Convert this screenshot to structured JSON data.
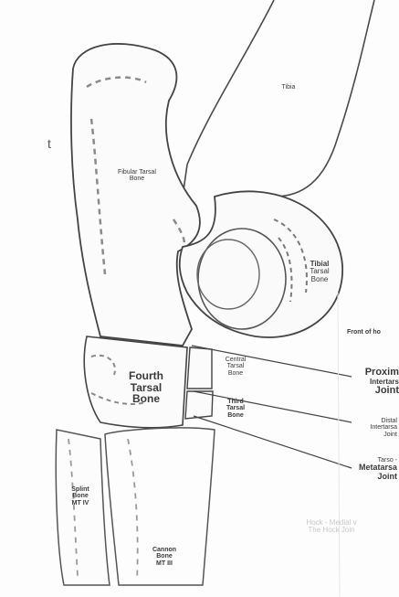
{
  "labels": {
    "margin_mark": "t",
    "tibia": "Tibia",
    "fibular_tarsal_line1": "Fibular Tarsal",
    "fibular_tarsal_line2": "Bone",
    "tibial_tarsal_line1": "Tibial",
    "tibial_tarsal_line2": "Tarsal",
    "tibial_tarsal_line3": "Bone",
    "front_of": "Front of ho",
    "fourth_tarsal_line1": "Fourth",
    "fourth_tarsal_line2": "Tarsal",
    "fourth_tarsal_line3": "Bone",
    "central_tarsal_line1": "Central",
    "central_tarsal_line2": "Tarsal",
    "central_tarsal_line3": "Bone",
    "third_tarsal_line1": "Third",
    "third_tarsal_line2": "Tarsal",
    "third_tarsal_line3": "Bone",
    "prox_line1": "Proxim",
    "prox_line2": "Intertars",
    "prox_line3": "Joint",
    "distal_line1": "Distal",
    "distal_line2": "Intertarsa",
    "distal_line3": "Joint",
    "tarso_line1": "Tarso -",
    "tarso_line2": "Metatarsa",
    "tarso_line3": "Joint",
    "splint_line1": "Splint",
    "splint_line2": "Bone",
    "splint_line3": "MT IV",
    "cannon_line1": "Cannon",
    "cannon_line2": "Bone",
    "cannon_line3": "MT III",
    "caption_line1": "Hock - Medial v",
    "caption_line2": "The Hock Join"
  },
  "colors": {
    "ink": "#4a4a4a",
    "shade": "#8a8a8a",
    "paper": "#fdfdfd"
  }
}
